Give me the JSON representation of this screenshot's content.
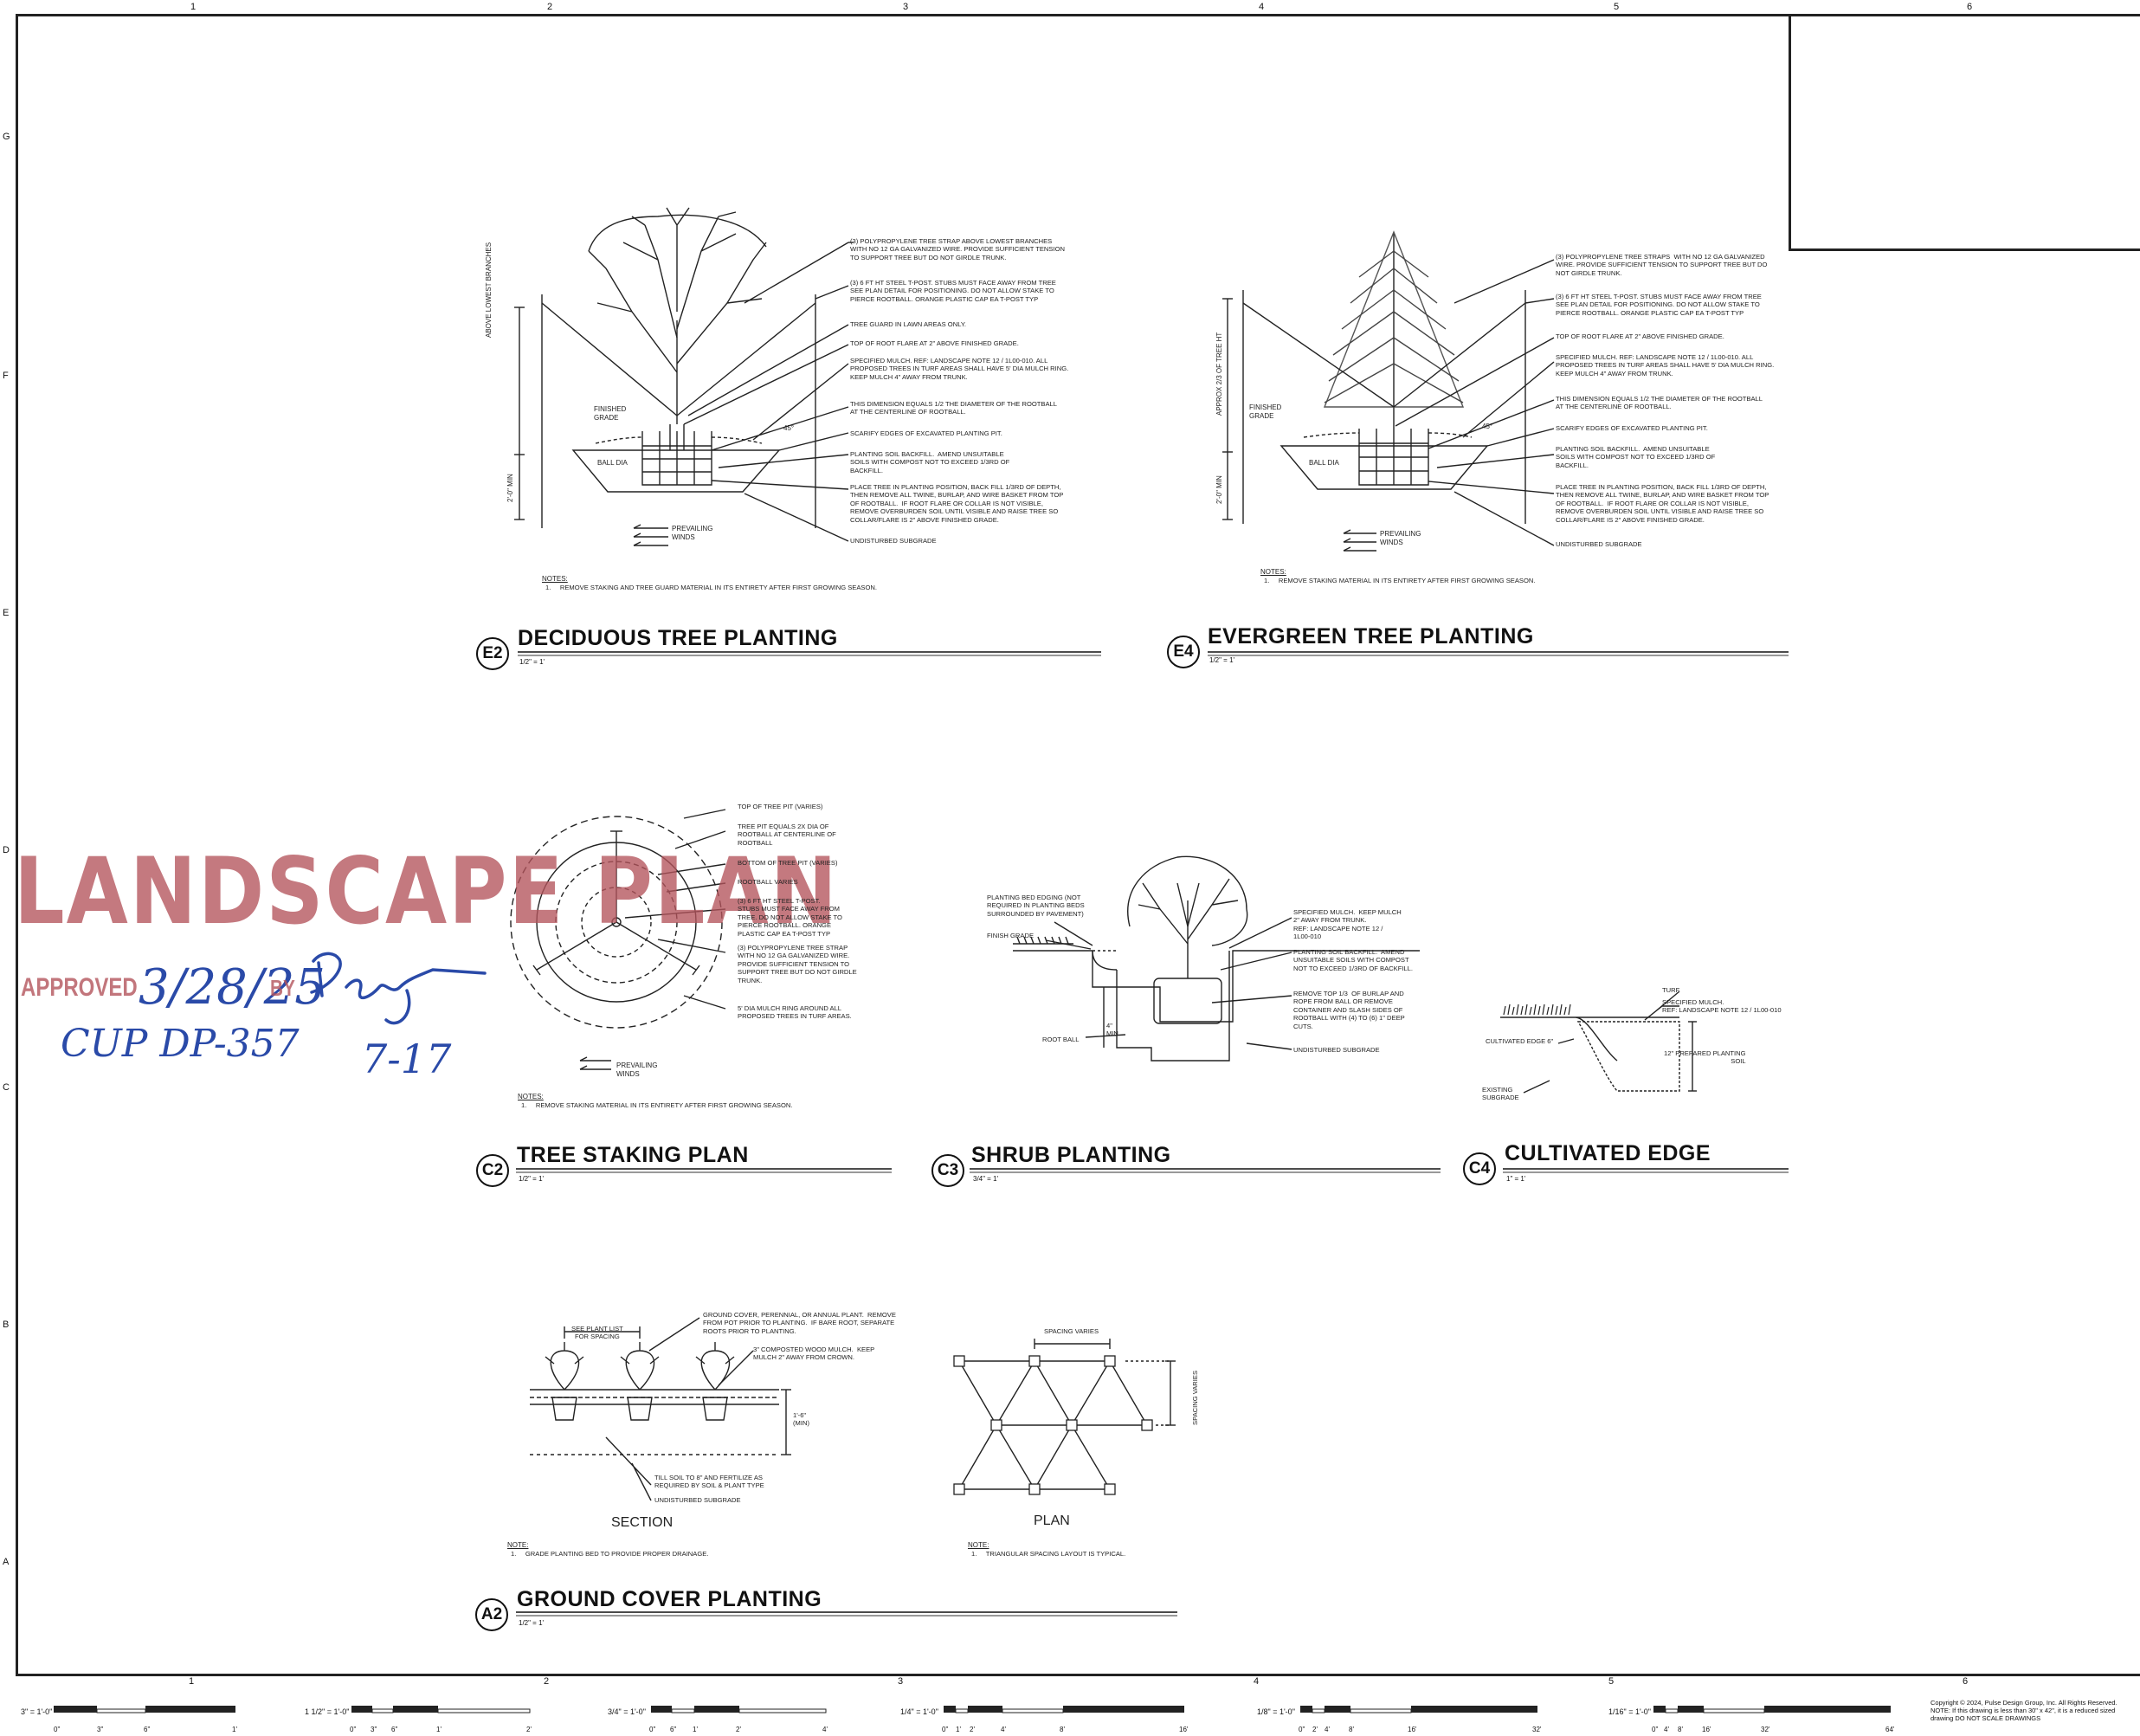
{
  "grid": {
    "columns": [
      "1",
      "2",
      "3",
      "4",
      "5",
      "6"
    ],
    "rows": [
      "G",
      "F",
      "E",
      "D",
      "C",
      "B",
      "A"
    ]
  },
  "stamp": {
    "title": "LANDSCAPE PLAN",
    "approved": "APPROVED",
    "date": "3/28/25",
    "by": "BY",
    "case": "CUP DP-357",
    "ref": "7-17"
  },
  "details": {
    "e2": {
      "id": "E2",
      "title": "DECIDUOUS TREE PLANTING",
      "scale": "1/2\" = 1'",
      "notes_label": "NOTES:",
      "note_1": "1.     REMOVE STAKING AND TREE GUARD MATERIAL IN ITS ENTIRETY AFTER FIRST GROWING SEASON.",
      "callouts": [
        "(3) POLYPROPYLENE TREE STRAP ABOVE LOWEST BRANCHES\nWITH NO 12 GA GALVANIZED WIRE. PROVIDE SUFFICIENT TENSION\nTO SUPPORT TREE BUT DO NOT GIRDLE TRUNK.",
        "(3) 6 FT HT STEEL T-POST. STUBS MUST FACE AWAY FROM TREE\nSEE PLAN DETAIL FOR POSITIONING. DO NOT ALLOW STAKE TO\nPIERCE ROOTBALL. ORANGE PLASTIC CAP EA T-POST TYP",
        "TREE GUARD IN LAWN AREAS ONLY.",
        "TOP OF ROOT FLARE AT 2\" ABOVE FINISHED GRADE.",
        "SPECIFIED MULCH. REF: LANDSCAPE NOTE 12 / 1L00-010. ALL\nPROPOSED TREES IN TURF AREAS SHALL HAVE 5' DIA MULCH RING.\nKEEP MULCH 4\" AWAY FROM TRUNK.",
        "THIS DIMENSION EQUALS 1/2 THE DIAMETER OF THE ROOTBALL\nAT THE CENTERLINE OF ROOTBALL.",
        "SCARIFY EDGES OF EXCAVATED PLANTING PIT.",
        "PLANTING SOIL BACKFILL.  AMEND UNSUITABLE\nSOILS WITH COMPOST NOT TO EXCEED 1/3RD OF\nBACKFILL.",
        "PLACE TREE IN PLANTING POSITION, BACK FILL 1/3RD OF DEPTH,\nTHEN REMOVE ALL TWINE, BURLAP, AND WIRE BASKET FROM TOP\nOF ROOTBALL.  IF ROOT FLARE OR COLLAR IS NOT VISIBLE,\nREMOVE OVERBURDEN SOIL UNTIL VISIBLE AND RAISE TREE SO\nCOLLAR/FLARE IS 2\" ABOVE FINISHED GRADE.",
        "UNDISTURBED SUBGRADE"
      ],
      "left_labels": {
        "dim_top": "ABOVE LOWEST BRANCHES",
        "dim_bottom": "2'-0\" MIN",
        "grade": "FINISHED\nGRADE",
        "ball": "BALL DIA",
        "angle": "45°",
        "winds": "PREVAILING\nWINDS"
      }
    },
    "e4": {
      "id": "E4",
      "title": "EVERGREEN TREE PLANTING",
      "scale": "1/2\" = 1'",
      "notes_label": "NOTES:",
      "note_1": "1.     REMOVE STAKING MATERIAL IN ITS ENTIRETY AFTER FIRST GROWING SEASON.",
      "callouts": [
        "(3) POLYPROPYLENE TREE STRAPS  WITH NO 12 GA GALVANIZED\nWIRE. PROVIDE SUFFICIENT TENSION TO SUPPORT TREE BUT DO\nNOT GIRDLE TRUNK.",
        "(3) 6 FT HT STEEL T-POST. STUBS MUST FACE AWAY FROM TREE\nSEE PLAN DETAIL FOR POSITIONING. DO NOT ALLOW STAKE TO\nPIERCE ROOTBALL. ORANGE PLASTIC CAP EA T-POST TYP",
        "TOP OF ROOT FLARE AT 2\" ABOVE FINISHED GRADE.",
        "SPECIFIED MULCH. REF: LANDSCAPE NOTE 12 / 1L00-010. ALL\nPROPOSED TREES IN TURF AREAS SHALL HAVE 5' DIA MULCH RING.\nKEEP MULCH 4\" AWAY FROM TRUNK.",
        "THIS DIMENSION EQUALS 1/2 THE DIAMETER OF THE ROOTBALL\nAT THE CENTERLINE OF ROOTBALL.",
        "SCARIFY EDGES OF EXCAVATED PLANTING PIT.",
        "PLANTING SOIL BACKFILL.  AMEND UNSUITABLE\nSOILS WITH COMPOST NOT TO EXCEED 1/3RD OF\nBACKFILL.",
        "PLACE TREE IN PLANTING POSITION, BACK FILL 1/3RD OF DEPTH,\nTHEN REMOVE ALL TWINE, BURLAP, AND WIRE BASKET FROM TOP\nOF ROOTBALL.  IF ROOT FLARE OR COLLAR IS NOT VISIBLE,\nREMOVE OVERBURDEN SOIL UNTIL VISIBLE AND RAISE TREE SO\nCOLLAR/FLARE IS 2\" ABOVE FINISHED GRADE.",
        "UNDISTURBED SUBGRADE"
      ],
      "left_labels": {
        "dim_top": "APPROX 2/3 OF TREE HT",
        "dim_bottom": "2'-0\" MIN",
        "grade": "FINISHED\nGRADE",
        "ball": "BALL DIA",
        "angle": "45°",
        "winds": "PREVAILING\nWINDS"
      }
    },
    "c2": {
      "id": "C2",
      "title": "TREE STAKING PLAN",
      "scale": "1/2\" = 1'",
      "notes_label": "NOTES:",
      "note_1": "1.     REMOVE STAKING MATERIAL IN ITS ENTIRETY AFTER FIRST GROWING SEASON.",
      "callouts": [
        "TOP OF TREE PIT (VARIES)",
        "TREE PIT EQUALS 2X DIA OF\nROOTBALL AT CENTERLINE OF\nROOTBALL",
        "BOTTOM OF TREE PIT (VARIES)",
        "ROOTBALL VARIES",
        "(3) 6 FT HT STEEL T-POST.\nSTUBS MUST FACE AWAY FROM\nTREE. DO NOT ALLOW STAKE TO\nPIERCE ROOTBALL. ORANGE\nPLASTIC CAP EA T-POST TYP",
        "(3) POLYPROPYLENE TREE STRAP\nWITH NO 12 GA GALVANIZED WIRE.\nPROVIDE SUFFICIENT TENSION TO\nSUPPORT TREE BUT DO NOT GIRDLE\nTRUNK.",
        "5' DIA MULCH RING AROUND ALL\nPROPOSED TREES IN TURF AREAS."
      ],
      "winds": "PREVAILING\nWINDS"
    },
    "c3": {
      "id": "C3",
      "title": "SHRUB PLANTING",
      "scale": "3/4\" = 1'",
      "callouts": [
        "SPECIFIED MULCH.  KEEP MULCH\n2\" AWAY FROM TRUNK.\nREF: LANDSCAPE NOTE 12 /\n1L00-010",
        "PLANTING SOIL BACKFILL.  AMEND\nUNSUITABLE SOILS WITH COMPOST\nNOT TO EXCEED 1/3RD OF BACKFILL.",
        "REMOVE TOP 1/3  OF BURLAP AND\nROPE FROM BALL OR REMOVE\nCONTAINER AND SLASH SIDES OF\nROOTBALL WITH (4) TO (6) 1\" DEEP\nCUTS.",
        "UNDISTURBED SUBGRADE"
      ],
      "left_callouts": {
        "edging": "PLANTING BED EDGING (NOT\nREQUIRED IN PLANTING BEDS\nSURROUNDED BY PAVEMENT)",
        "grade": "FINISH GRADE",
        "min": "4\"\nMIN",
        "ball": "ROOT BALL"
      }
    },
    "c4": {
      "id": "C4",
      "title": "CULTIVATED EDGE",
      "scale": "1\" = 1'",
      "callouts": {
        "turf": "TURF",
        "mulch": "SPECIFIED MULCH.\nREF: LANDSCAPE NOTE 12 / 1L00-010",
        "edge": "CULTIVATED EDGE 6\"",
        "soil": "12\" PREPARED PLANTING\nSOIL",
        "subgrade": "EXISTING\nSUBGRADE"
      }
    },
    "a2": {
      "id": "A2",
      "title": "GROUND COVER PLANTING",
      "scale": "1/2\" = 1'",
      "section_label": "SECTION",
      "plan_label": "PLAN",
      "section_note_label": "NOTE:",
      "section_note": "1.     GRADE PLANTING BED TO PROVIDE PROPER DRAINAGE.",
      "plan_note_label": "NOTE:",
      "plan_note": "1.     TRIANGULAR SPACING LAYOUT IS TYPICAL.",
      "callouts": {
        "spacing_list": "SEE PLANT LIST\nFOR SPACING",
        "ground_cover": "GROUND COVER, PERENNIAL, OR ANNUAL PLANT.  REMOVE\nFROM POT PRIOR TO PLANTING.  IF BARE ROOT, SEPARATE\nROOTS PRIOR TO PLANTING.",
        "mulch": "3\" COMPOSTED WOOD MULCH.  KEEP\nMULCH 2\" AWAY FROM CROWN.",
        "depth": "1'-6\"\n(MIN)",
        "till": "TILL SOIL TO 8\" AND FERTILIZE AS\nREQUIRED BY SOIL & PLANT TYPE",
        "subgrade": "UNDISTURBED SUBGRADE",
        "spacing_varies_top": "SPACING VARIES",
        "spacing_varies_side": "SPACING VARIES"
      }
    }
  },
  "scale_bars": [
    {
      "label": "3\" = 1'-0\"",
      "ticks": [
        "0\"",
        "3\"",
        "6\"",
        "1'"
      ]
    },
    {
      "label": "1 1/2\" = 1'-0\"",
      "ticks": [
        "0\"",
        "3\"",
        "6\"",
        "1'",
        "2'"
      ]
    },
    {
      "label": "3/4\" = 1'-0\"",
      "ticks": [
        "0\"",
        "6\"",
        "1'",
        "2'",
        "4'"
      ]
    },
    {
      "label": "1/4\" = 1'-0\"",
      "ticks": [
        "0\"",
        "1'",
        "2'",
        "4'",
        "8'",
        "16'"
      ]
    },
    {
      "label": "1/8\" = 1'-0\"",
      "ticks": [
        "0\"",
        "2'",
        "4'",
        "8'",
        "16'",
        "32'"
      ]
    },
    {
      "label": "1/16\" = 1'-0\"",
      "ticks": [
        "0\"",
        "4'",
        "8'",
        "16'",
        "32'",
        "64'"
      ]
    }
  ],
  "copyright": "Copyright © 2024, Pulse Design Group, Inc.  All Rights Reserved.  NOTE: If this drawing is less than 30\" x 42\", it is a reduced sized drawing  DO NOT SCALE DRAWINGS"
}
